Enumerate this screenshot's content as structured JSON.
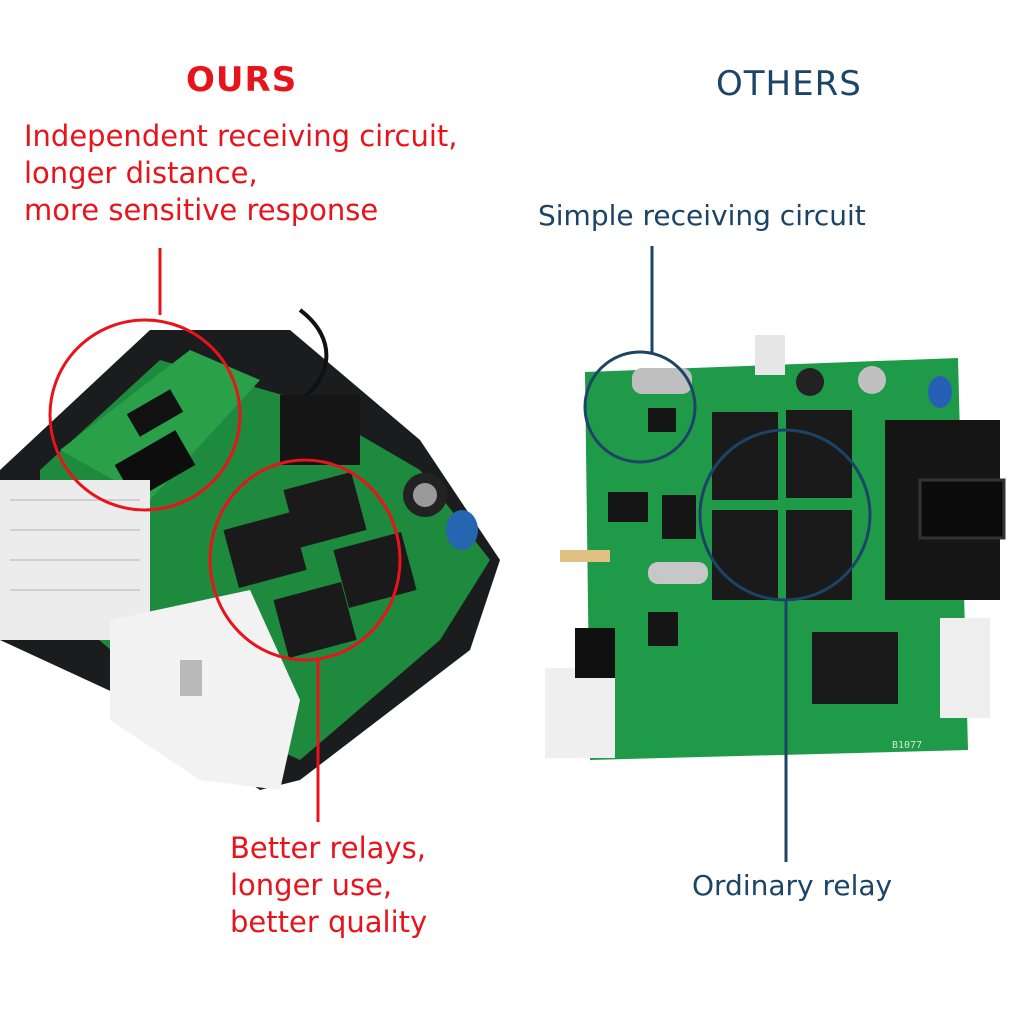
{
  "ours": {
    "title": "OURS",
    "callout_top": [
      "Independent receiving circuit,",
      "longer distance,",
      "more sensitive response"
    ],
    "callout_bottom": [
      "Better relays,",
      "longer use,",
      "better quality"
    ],
    "accent_color": "#e8141b"
  },
  "others": {
    "title": "OTHERS",
    "callout_top": "Simple receiving circuit",
    "callout_bottom": "Ordinary relay",
    "accent_color": "#1c4466"
  },
  "pcb_labels": {
    "others_board_code": "B1077"
  }
}
